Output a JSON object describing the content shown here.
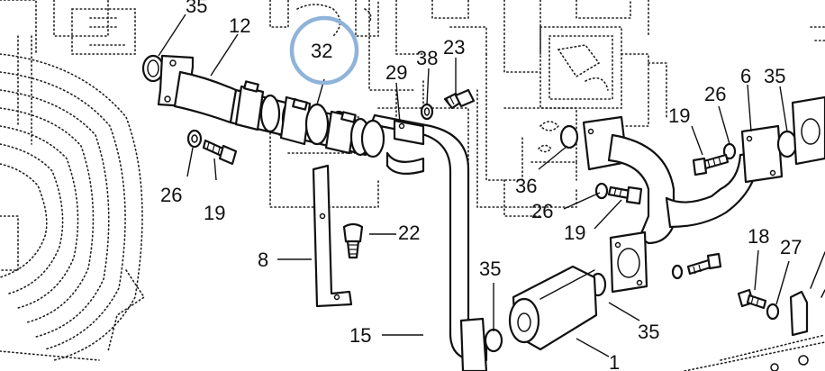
{
  "highlight_color": "#8fb3d9",
  "highlight_label": "32",
  "labels": {
    "35_top": "35",
    "12": "12",
    "29": "29",
    "38": "38",
    "23": "23",
    "26_right": "26",
    "6": "6",
    "35_right": "35",
    "19_right": "19",
    "36": "36",
    "26_mid": "26",
    "19_mid": "19",
    "26_left": "26",
    "19_left": "19",
    "22": "22",
    "8": "8",
    "35_low": "35",
    "15": "15",
    "35_bottom": "35",
    "1": "1",
    "18": "18",
    "27": "27"
  }
}
